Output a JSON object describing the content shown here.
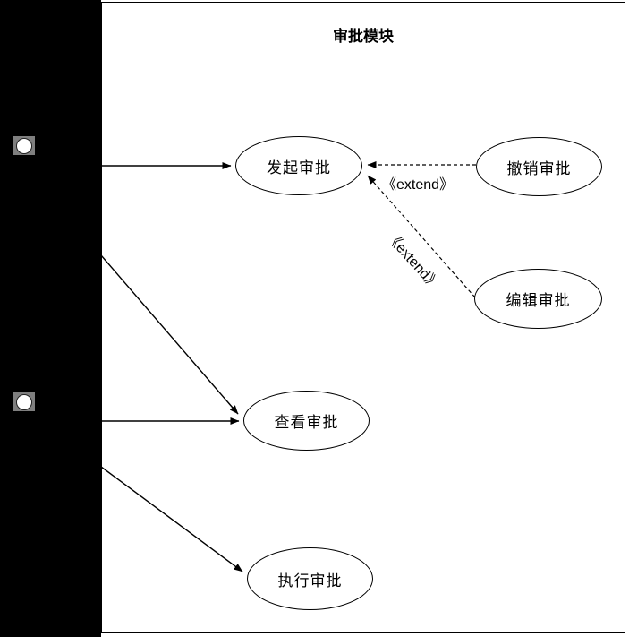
{
  "colors": {
    "background": "#ffffff",
    "stroke": "#000000",
    "sidebar": "#000000",
    "actor_halo": "#7f7f7f",
    "actor_head": "#ffffff"
  },
  "diagram": {
    "title": "审批模块",
    "use_cases": [
      {
        "label": "发起审批"
      },
      {
        "label": "撤销审批"
      },
      {
        "label": "编辑审批"
      },
      {
        "label": "查看审批"
      },
      {
        "label": "执行审批"
      }
    ],
    "relations": [
      {
        "type": "extend",
        "label": "《extend》",
        "from": "撤销审批",
        "to": "发起审批",
        "style": "dashed-arrow"
      },
      {
        "type": "extend",
        "label": "《extend》",
        "from": "编辑审批",
        "to": "发起审批",
        "style": "dashed-arrow"
      }
    ],
    "associations": [
      {
        "from": "actor-1",
        "to": "发起审批",
        "style": "solid-arrow"
      },
      {
        "from": "actor-2",
        "to": "查看审批",
        "style": "solid-arrow"
      },
      {
        "from": "actor-2",
        "to": "查看审批",
        "style": "solid-arrow"
      },
      {
        "from": "actor-2",
        "to": "执行审批",
        "style": "solid-arrow"
      }
    ],
    "actors": [
      {
        "icon": "actor-head-icon"
      },
      {
        "icon": "actor-head-icon"
      }
    ]
  }
}
